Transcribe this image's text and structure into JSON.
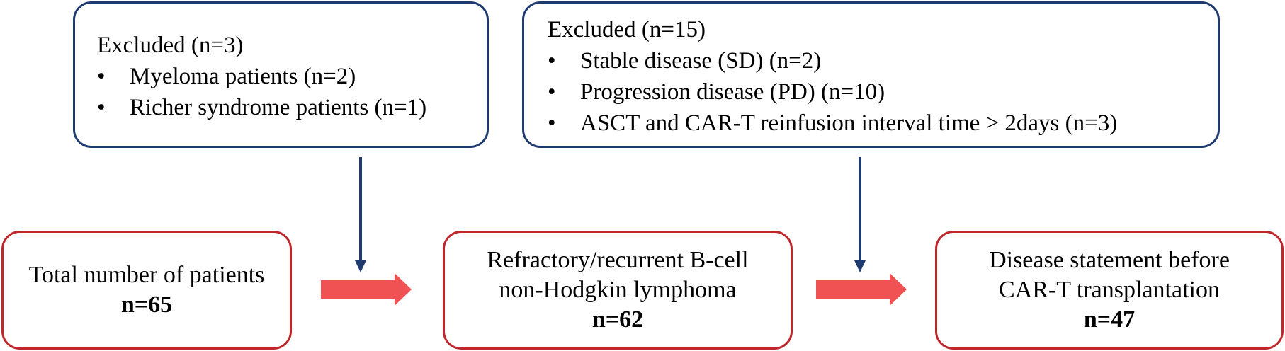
{
  "exclusion_1": {
    "header": "Excluded (n=3)",
    "items": [
      "Myeloma patients (n=2)",
      "Richer syndrome patients (n=1)"
    ]
  },
  "exclusion_2": {
    "header": "Excluded (n=15)",
    "items": [
      "Stable disease (SD) (n=2)",
      "Progression disease (PD) (n=10)",
      "ASCT and CAR-T reinfusion interval time  >  2days (n=3)"
    ]
  },
  "stage_1": {
    "lines": [
      "Total number of patients"
    ],
    "count": "n=65"
  },
  "stage_2": {
    "lines": [
      "Refractory/recurrent B-cell",
      "non-Hodgkin lymphoma"
    ],
    "count": "n=62"
  },
  "stage_3": {
    "lines": [
      "Disease statement before",
      "CAR-T transplantation"
    ],
    "count": "n=47"
  },
  "bullet_symbol": "•",
  "colors": {
    "blue_border": "#1f3a6e",
    "red_border": "#c0272d",
    "flow_arrow": "#f05253",
    "exclusion_arrow": "#1f3a6e"
  }
}
